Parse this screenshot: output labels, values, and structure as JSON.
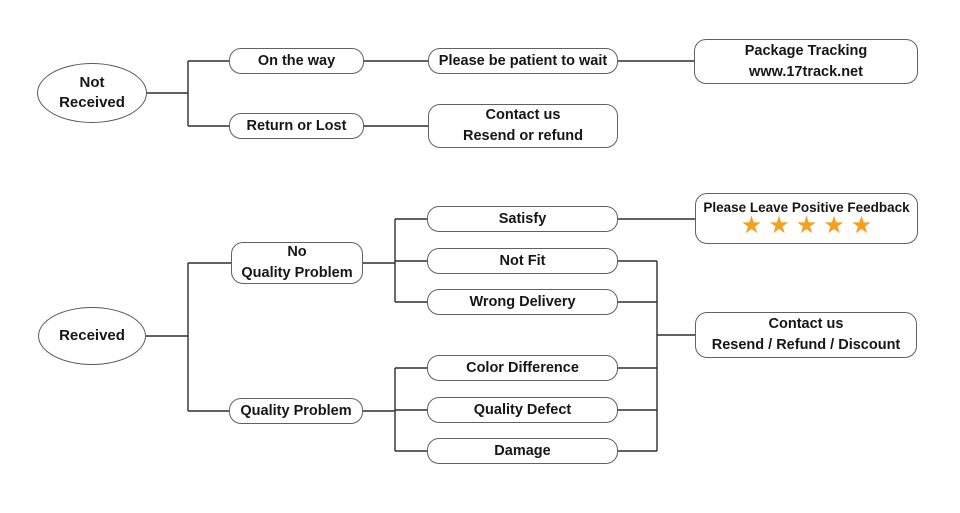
{
  "colors": {
    "star": "#F5A01E",
    "line": "#2e2e2e",
    "box_border": "#616161",
    "text": "#161616",
    "background": "#ffffff"
  },
  "nodes": {
    "not_received": {
      "label": "Not\nReceived"
    },
    "on_the_way": {
      "label": "On the way"
    },
    "please_wait": {
      "label": "Please be patient to wait"
    },
    "package_tracking": {
      "lines": [
        "Package Tracking",
        "www.17track.net"
      ]
    },
    "return_or_lost": {
      "label": "Return or Lost"
    },
    "contact_resend_refund": {
      "lines": [
        "Contact us",
        "Resend or refund"
      ]
    },
    "received": {
      "label": "Received"
    },
    "no_quality_problem": {
      "label": "No\nQuality Problem"
    },
    "satisfy": {
      "label": "Satisfy"
    },
    "not_fit": {
      "label": "Not Fit"
    },
    "wrong_delivery": {
      "label": "Wrong Delivery"
    },
    "quality_problem": {
      "label": "Quality Problem"
    },
    "color_difference": {
      "label": "Color Difference"
    },
    "quality_defect": {
      "label": "Quality Defect"
    },
    "damage": {
      "label": "Damage"
    },
    "positive_feedback": {
      "label": "Please Leave Positive Feedback",
      "stars": "★★★★★",
      "star_count": 5
    },
    "contact_resend_refund_discount": {
      "lines": [
        "Contact us",
        "Resend / Refund / Discount"
      ]
    }
  }
}
